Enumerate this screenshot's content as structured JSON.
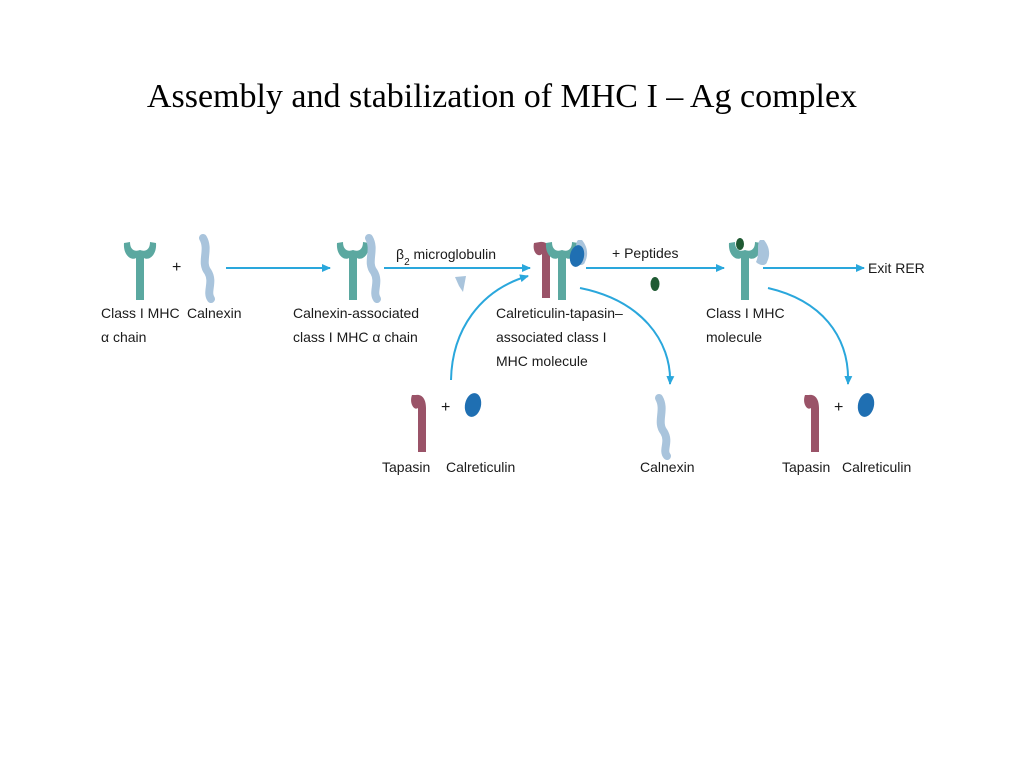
{
  "title": "Assembly and stabilization of MHC I – Ag complex",
  "colors": {
    "mhc_chain": "#5ba8a0",
    "calnexin": "#a9c4dc",
    "tapasin": "#9a5368",
    "calreticulin": "#1f6fb2",
    "peptide": "#1f5a33",
    "arrow": "#2aa7dc"
  },
  "diagram": {
    "class_i_mhc_alpha_chain": [
      "Class I MHC",
      "α chain"
    ],
    "calnexin_left": "Calnexin",
    "plus": "+",
    "calnexin_associated": [
      "Calnexin-associated",
      "class I MHC α chain"
    ],
    "b2_microglobulin": {
      "symbol": "β",
      "subscript": "2",
      "text": " microglobulin"
    },
    "calreticulin_tapasin_complex": [
      "Calreticulin-tapasin–",
      "associated class I",
      "MHC molecule"
    ],
    "plus_peptides": "+ Peptides",
    "class_i_mhc_molecule": [
      "Class I MHC",
      "molecule"
    ],
    "exit_rer": "Exit RER",
    "tapasin_left": "Tapasin",
    "calreticulin_left": "Calreticulin",
    "calnexin_released": "Calnexin",
    "tapasin_right": "Tapasin",
    "calreticulin_right": "Calreticulin"
  }
}
